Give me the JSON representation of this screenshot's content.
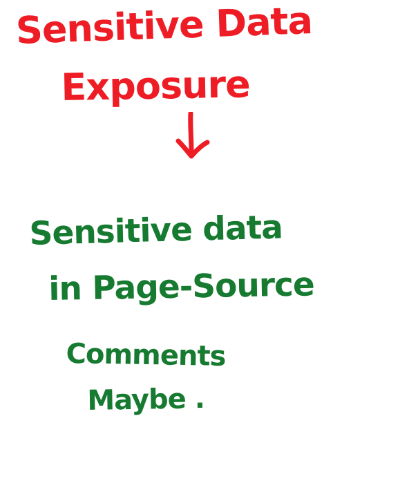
{
  "canvas": {
    "background": "#ffffff"
  },
  "heading": {
    "color": "#ee1c25",
    "line1": "Sensitive Data",
    "line2": "Exposure"
  },
  "arrow": {
    "icon": "down-arrow-icon",
    "color": "#ee1c25"
  },
  "note": {
    "color": "#167a30",
    "line1": "Sensitive data",
    "line2": "in Page-Source",
    "line3": "Comments",
    "line4": "Maybe ."
  }
}
